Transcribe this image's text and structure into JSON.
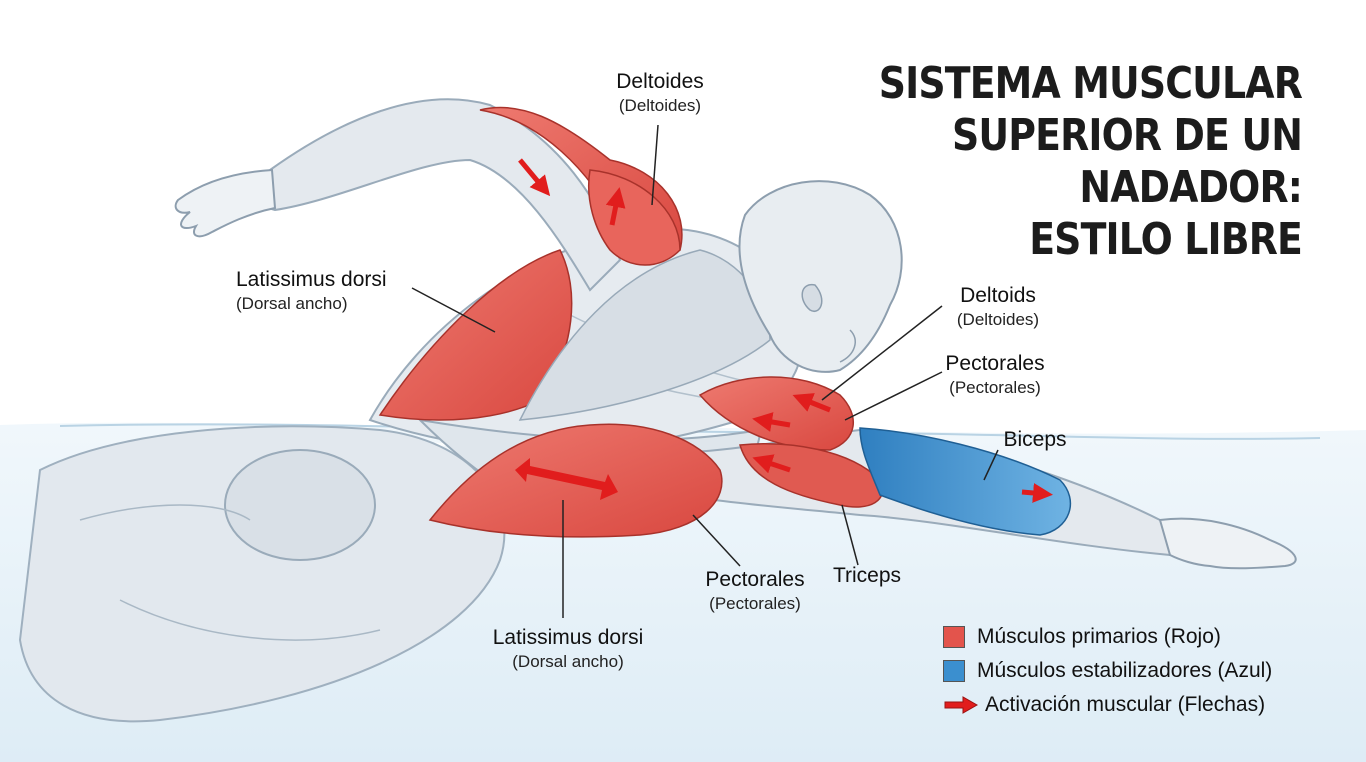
{
  "title": {
    "line1": "SISTEMA MUSCULAR",
    "line2": "SUPERIOR DE UN",
    "line3": "NADADOR:",
    "line4": "ESTILO LIBRE"
  },
  "labels": {
    "deltoides_top": {
      "main": "Deltoides",
      "sub": "(Deltoides)"
    },
    "latissimus_top": {
      "main": "Latissimus dorsi",
      "sub": "(Dorsal ancho)"
    },
    "deltoids_right": {
      "main": "Deltoids",
      "sub": "(Deltoides)"
    },
    "pectorales_right": {
      "main": "Pectorales",
      "sub": "(Pectorales)"
    },
    "biceps": {
      "main": "Biceps"
    },
    "triceps": {
      "main": "Triceps"
    },
    "pectorales_bottom": {
      "main": "Pectorales",
      "sub": "(Pectorales)"
    },
    "latissimus_bottom": {
      "main": "Latissimus dorsi",
      "sub": "(Dorsal ancho)"
    }
  },
  "legend": {
    "primary": "Músculos primarios (Rojo)",
    "stabilizer": "Músculos estabilizadores (Azul)",
    "activation": "Activación muscular (Flechas)"
  },
  "colors": {
    "primary_muscle": "#e3544c",
    "stabilizer_muscle": "#3b8fcf",
    "arrow": "#e11d1d",
    "body": "#e4e9ee",
    "water": "#dcecf6"
  }
}
